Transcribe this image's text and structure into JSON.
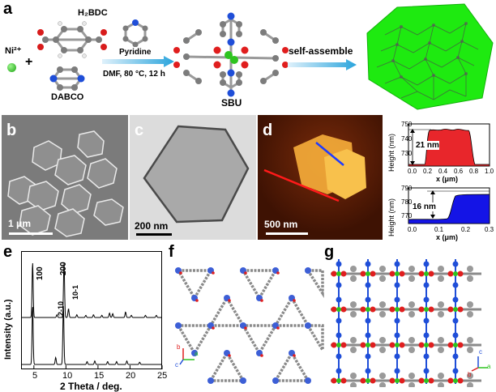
{
  "panel_labels": {
    "a": "a",
    "b": "b",
    "c": "c",
    "d": "d",
    "e": "e",
    "f": "f",
    "g": "g"
  },
  "panel_a": {
    "ni_label": "Ni²⁺",
    "plus": "+",
    "h2bdc": "H₂BDC",
    "dabco": "DABCO",
    "pyridine": "Pyridine",
    "conditions": "DMF, 80 °C, 12 h",
    "sbu": "SBU",
    "self_assemble": "self-assemble"
  },
  "panel_b": {
    "scale": "1 μm",
    "bg_color": "#7b7b7b"
  },
  "panel_c": {
    "scale": "200 nm",
    "bg_color": "#d9d9d9"
  },
  "panel_d": {
    "scale": "500 nm",
    "bg_color": "#5a1d06"
  },
  "profile_top": {
    "ylabel": "Height (nm)",
    "xlabel": "x (μm)",
    "annotation": "21 nm",
    "yticks": [
      "750",
      "740",
      "730"
    ],
    "xticks": [
      "0.0",
      "0.2",
      "0.4",
      "0.6",
      "0.8",
      "1.0"
    ],
    "fill_color": "#e8262b"
  },
  "profile_bottom": {
    "ylabel": "Height (nm)",
    "xlabel": "x (μm)",
    "annotation": "16 nm",
    "yticks": [
      "790",
      "780",
      "770"
    ],
    "xticks": [
      "0.0",
      "0.1",
      "0.2",
      "0.3"
    ],
    "fill_color": "#1414e6"
  },
  "chart_data": {
    "type": "line",
    "xlabel": "2 Theta / deg.",
    "ylabel": "Intensity (a.u.)",
    "xlim": [
      3,
      25
    ],
    "xticks": [
      "5",
      "10",
      "15",
      "20",
      "25"
    ],
    "peak_labels": [
      "100",
      "200",
      "2-10",
      "10-1"
    ],
    "series": [
      {
        "peaks": [
          [
            4.8,
            1.0
          ],
          [
            8.6,
            0.05
          ],
          [
            9.7,
            1.0
          ],
          [
            10.4,
            0.16
          ],
          [
            11.7,
            0.05
          ],
          [
            13.1,
            0.04
          ],
          [
            14.3,
            0.05
          ],
          [
            15.6,
            0.04
          ],
          [
            16.8,
            0.08
          ],
          [
            17.3,
            0.07
          ],
          [
            19.3,
            0.1
          ],
          [
            20.2,
            0.04
          ],
          [
            22.4,
            0.04
          ],
          [
            24.1,
            0.04
          ]
        ]
      },
      {
        "peaks": [
          [
            4.8,
            1.0
          ],
          [
            8.4,
            0.12
          ],
          [
            9.6,
            1.0
          ],
          [
            13.3,
            0.05
          ],
          [
            14.5,
            0.06
          ],
          [
            16.5,
            0.05
          ],
          [
            17.9,
            0.05
          ],
          [
            19.5,
            0.06
          ],
          [
            21.5,
            0.04
          ]
        ]
      }
    ]
  },
  "panel_f": {
    "axis_b": "b",
    "axis_c": "c",
    "axis_a": "a"
  },
  "panel_g": {
    "axis_b": "b",
    "axis_c": "c",
    "axis_a": "a"
  },
  "colors": {
    "nickel": "#2ec41f",
    "oxygen": "#e01e1e",
    "nitrogen": "#1f4ed8",
    "carbon": "#8a8a8a",
    "sheet": "#1eea10"
  }
}
